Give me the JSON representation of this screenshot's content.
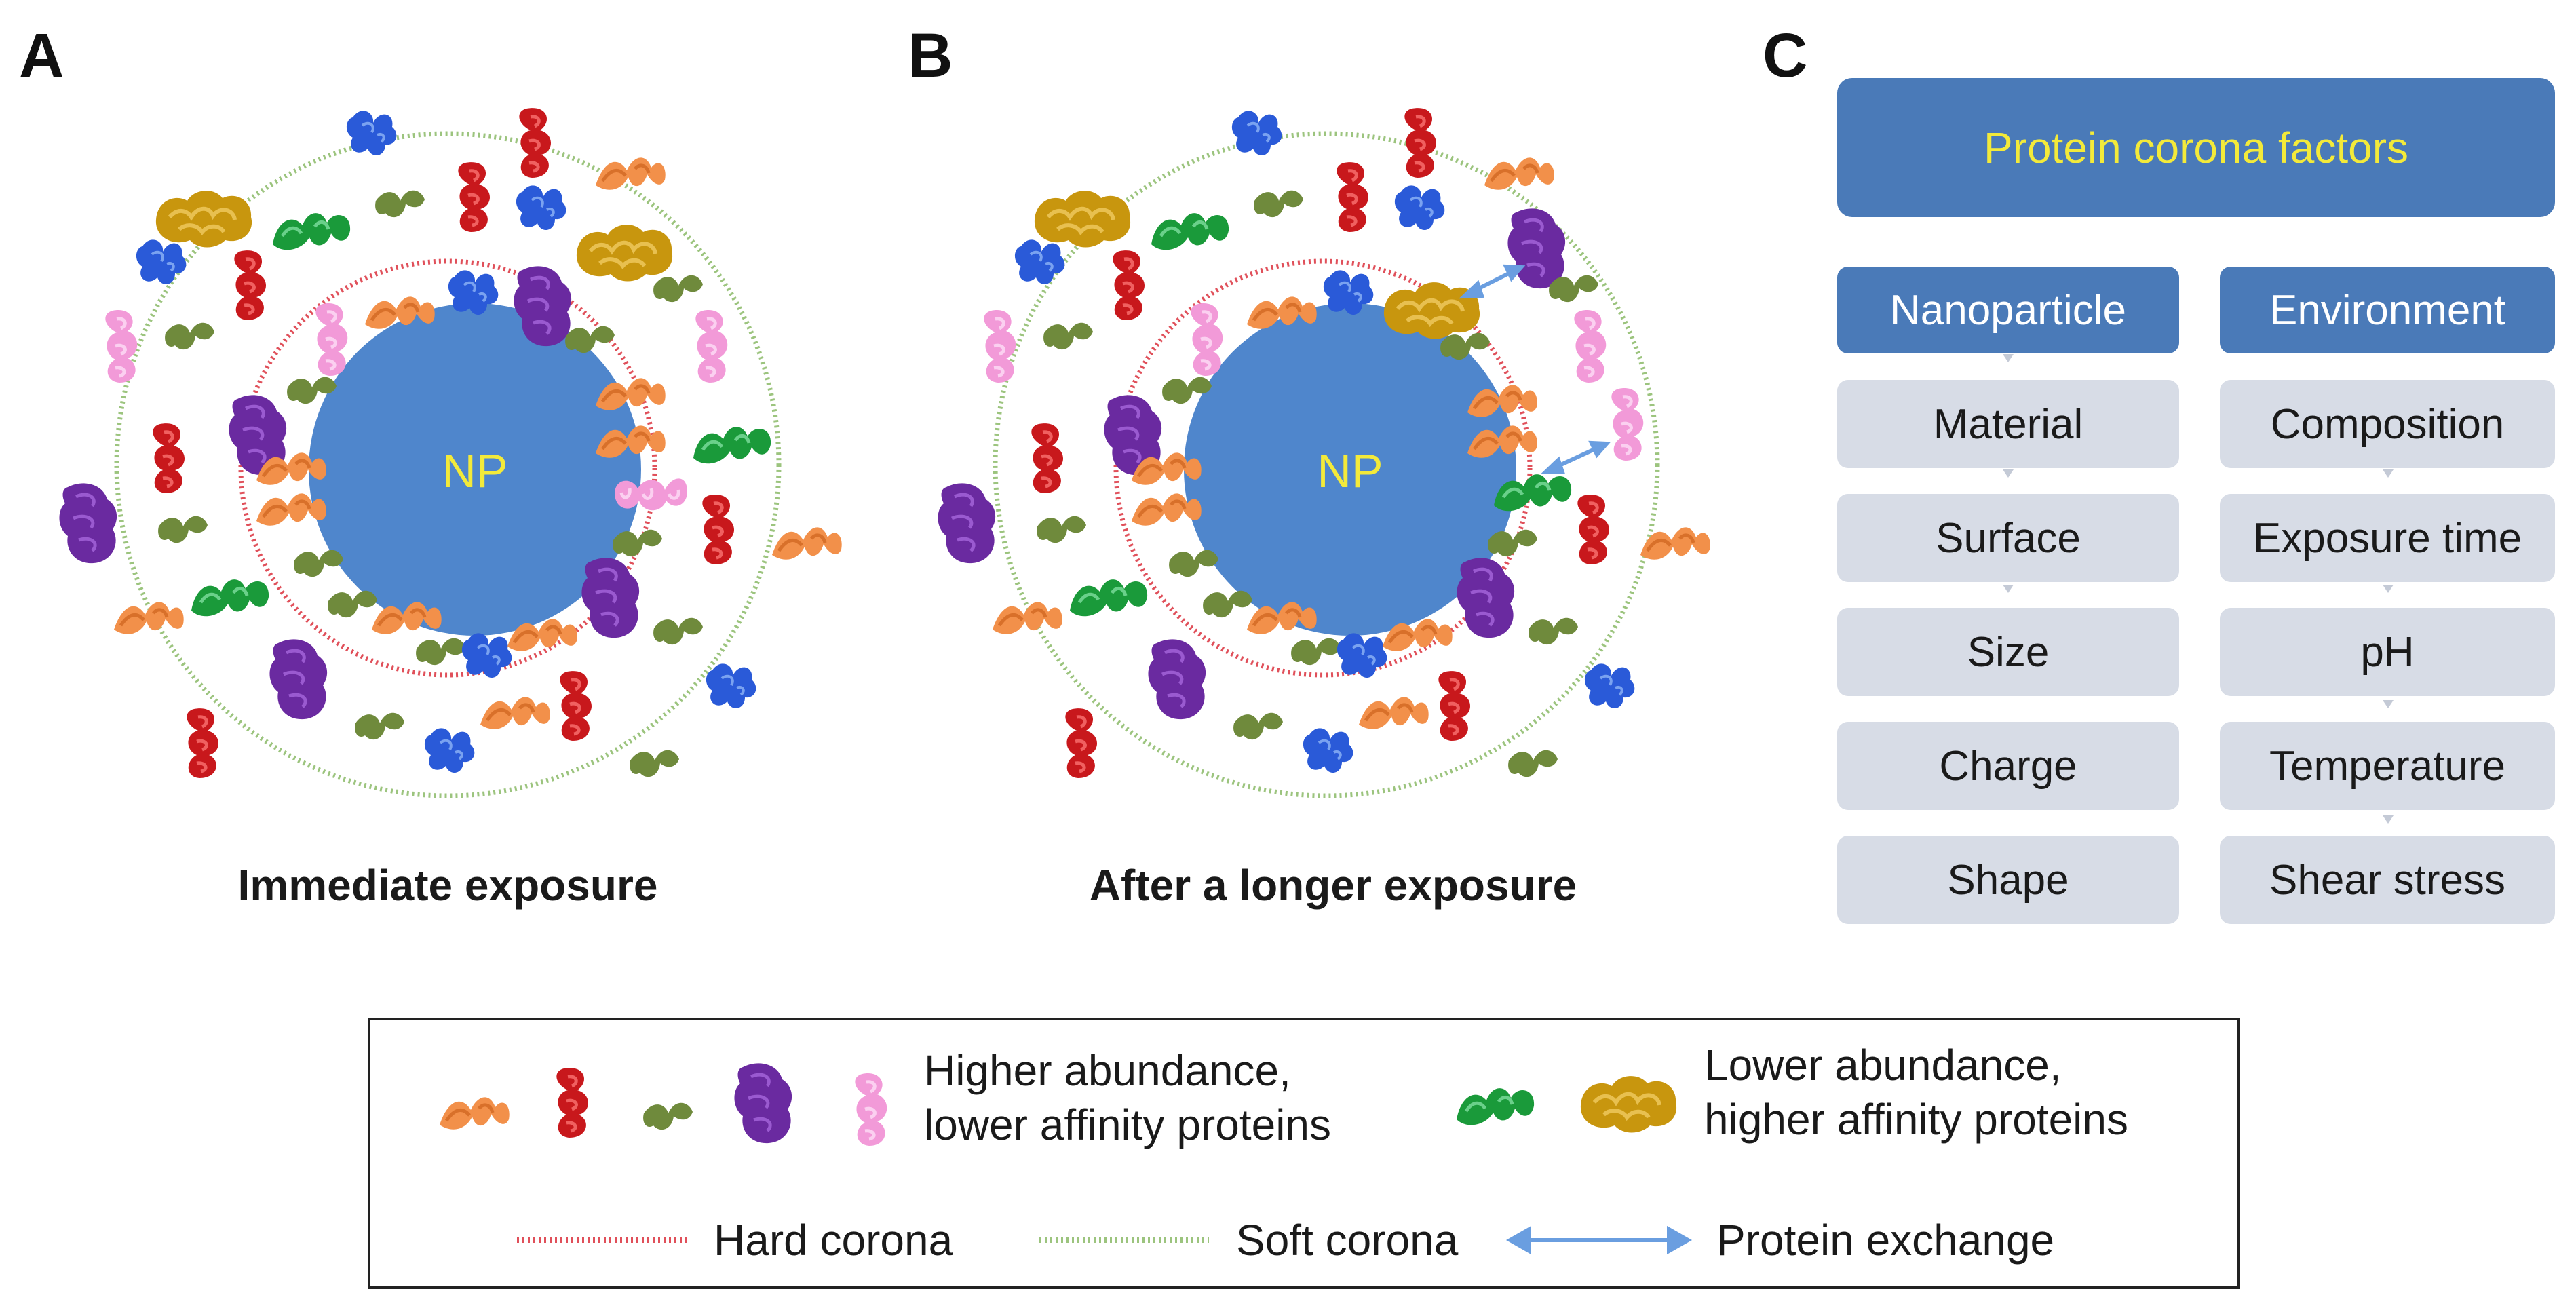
{
  "panels": {
    "a": {
      "letter": "A",
      "caption": "Immediate exposure",
      "core_label": "NP"
    },
    "b": {
      "letter": "B",
      "caption": "After a longer exposure",
      "core_label": "NP"
    },
    "c": {
      "letter": "C",
      "title": "Protein corona factors",
      "columns": [
        {
          "header": "Nanoparticle",
          "items": [
            "Material",
            "Surface",
            "Size",
            "Charge",
            "Shape"
          ]
        },
        {
          "header": "Environment",
          "items": [
            "Composition",
            "Exposure time",
            "pH",
            "Temperature",
            "Shear stress"
          ]
        }
      ]
    }
  },
  "legend": {
    "higher_abundance": "Higher abundance,\nlower affinity proteins",
    "higher_abundance_line1": "Higher abundance,",
    "higher_abundance_line2": "lower affinity proteins",
    "lower_abundance_line1": "Lower abundance,",
    "lower_abundance_line2": "higher affinity proteins",
    "hard_corona": "Hard corona",
    "soft_corona": "Soft corona",
    "protein_exchange": "Protein exchange"
  },
  "colors": {
    "nanoparticle": "#4f86cc",
    "np_label": "#f3ea3a",
    "hard_corona": "#e0505a",
    "soft_corona": "#9cc47e",
    "exchange_arrow": "#6a9ee0",
    "orange_protein": "#f2904a",
    "red_protein": "#c8181c",
    "olive_protein": "#6f8a3c",
    "purple_protein": "#6a2aa0",
    "pink_protein": "#f29ad8",
    "green_protein": "#1a9a3a",
    "gold_protein": "#c8960e",
    "blue_protein": "#2a5ad8",
    "box_dark": "#4a7ab8",
    "box_light": "#d7dce6"
  }
}
